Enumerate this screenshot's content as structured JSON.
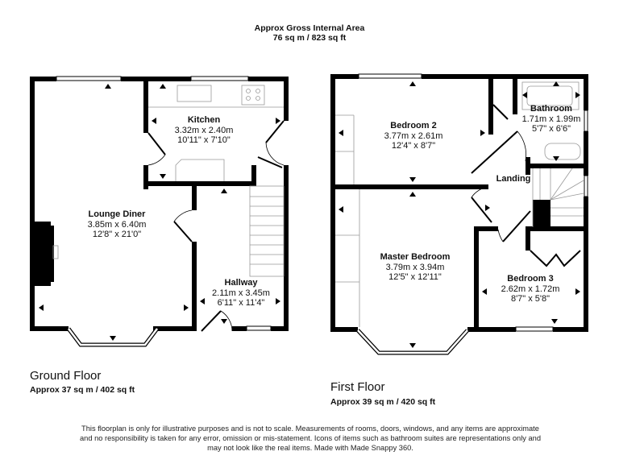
{
  "header": {
    "line1": "Approx Gross Internal Area",
    "line2": "76 sq m / 823 sq ft"
  },
  "floors": [
    {
      "name": "Ground Floor",
      "area": "Approx 37 sq m / 402 sq ft",
      "rooms": [
        {
          "name": "Kitchen",
          "metric": "3.32m x 2.40m",
          "imperial": "10'11\" x 7'10\""
        },
        {
          "name": "Lounge Diner",
          "metric": "3.85m x 6.40m",
          "imperial": "12'8\" x 21'0\""
        },
        {
          "name": "Hallway",
          "metric": "2.11m x 3.45m",
          "imperial": "6'11\" x 11'4\""
        }
      ]
    },
    {
      "name": "First Floor",
      "area": "Approx 39 sq m / 420 sq ft",
      "rooms": [
        {
          "name": "Bedroom 2",
          "metric": "3.77m x 2.61m",
          "imperial": "12'4\" x 8'7\""
        },
        {
          "name": "Bathroom",
          "metric": "1.71m x 1.99m",
          "imperial": "5'7\" x 6'6\""
        },
        {
          "name": "Landing",
          "metric": "",
          "imperial": ""
        },
        {
          "name": "Master Bedroom",
          "metric": "3.79m x 3.94m",
          "imperial": "12'5\" x 12'11\""
        },
        {
          "name": "Bedroom 3",
          "metric": "2.62m x 1.72m",
          "imperial": "8'7\" x 5'8\""
        }
      ]
    }
  ],
  "disclaimer": {
    "line1": "This floorplan is only for illustrative purposes and is not to scale. Measurements of rooms, doors, windows, and any items are approximate",
    "line2": "and no responsibility is taken for any error, omission or mis-statement. Icons of items such as bathroom suites are representations only and",
    "line3": "may not look like the real items. Made with Made Snappy 360."
  },
  "colors": {
    "wall": "#000000",
    "fixture": "#9a9a9a",
    "background": "#ffffff"
  }
}
